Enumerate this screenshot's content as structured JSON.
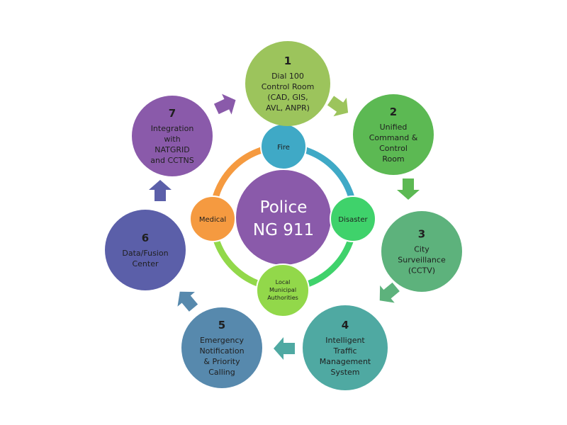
{
  "center": {
    "lines": [
      "Police",
      "NG 911"
    ],
    "color": "#8a5aaa"
  },
  "agencies": [
    {
      "label": "Fire",
      "color": "#3fa9c6"
    },
    {
      "label": "Disaster",
      "color": "#3fd26b"
    },
    {
      "label": "Local|Municipal|Authorities",
      "lines": [
        "Local",
        "Municipal",
        "Authorities"
      ],
      "color": "#92d84a"
    },
    {
      "label": "Medical",
      "color": "#f59a40"
    }
  ],
  "steps": [
    {
      "number": "1",
      "lines": [
        "Dial 100",
        "Control Room",
        "(CAD, GIS,",
        "AVL, ANPR)"
      ],
      "color": "#9cc45c"
    },
    {
      "number": "2",
      "lines": [
        "Unified",
        "Command &",
        "Control",
        "Room"
      ],
      "color": "#5cb953"
    },
    {
      "number": "3",
      "lines": [
        "City",
        "Surveillance",
        "(CCTV)"
      ],
      "color": "#5db27c"
    },
    {
      "number": "4",
      "lines": [
        "Intelligent",
        "Traffic",
        "Management",
        "System"
      ],
      "color": "#4fa9a2"
    },
    {
      "number": "5",
      "lines": [
        "Emergency",
        "Notification",
        "& Priority",
        "Calling"
      ],
      "color": "#5789ad"
    },
    {
      "number": "6",
      "lines": [
        "Data/Fusion",
        "Center"
      ],
      "color": "#5b5fa9"
    },
    {
      "number": "7",
      "lines": [
        "Integration",
        "with",
        "NATGRID",
        "and CCTNS"
      ],
      "color": "#8a5aaa"
    }
  ]
}
